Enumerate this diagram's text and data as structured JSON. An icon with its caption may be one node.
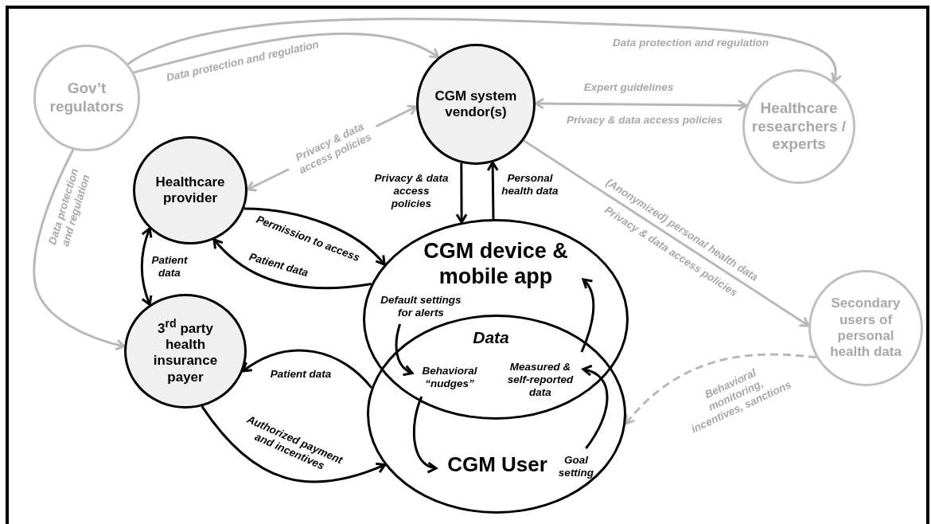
{
  "diagram": {
    "nodes": [
      {
        "text": [
          "Gov’t regulators"
        ]
      },
      {
        "text": [
          "CGM system vendor(s)"
        ]
      },
      {
        "text": [
          "Healthcare researchers / experts"
        ]
      },
      {
        "text": [
          "Healthcare provider"
        ]
      },
      {
        "text": [
          "CGM device & mobile app"
        ]
      },
      {
        "text": [
          "Default settings for alerts"
        ],
        "in": 4
      },
      {
        "text": [
          "Secondary users of personal health data"
        ]
      },
      {
        "text": [
          "3$^{rd}$ party health insurance payer"
        ]
      },
      {
        "text": [
          "Behavioral “nudges”"
        ]
      },
      {
        "text": [
          "Measured & self-reported data"
        ]
      },
      {
        "text": [
          "CGM User"
        ]
      },
      {
        "text": [
          "Goal setting"
        ],
        "in": 10
      }
    ],
    "edges": [
      {
        "from": 0,
        "to": 1,
        "arrow": "to",
        "label": "Data protection and regulation",
        "color": "#b8b8b8"
      },
      {
        "from": 0,
        "to": 2,
        "arrow": "to",
        "label": "Data protection and regulation",
        "color": "#b8b8b8"
      },
      {
        "from": 0,
        "to": 7,
        "arrow": "to",
        "label": "Data protection and regulation",
        "color": "#b8b8b8"
      },
      {
        "from": 1,
        "to": 3,
        "arrow": "both",
        "label": "Privacy & data access policies",
        "color": "#b8b8b8"
      },
      {
        "from": 1,
        "to": 2,
        "arrow": "both",
        "label": "Expert guidelines",
        "color": "#b8b8b8"
      },
      {
        "from": 1,
        "to": 6,
        "arrow": "to",
        "label": "(Anonymized) personal health data",
        "color": "#b8b8b8"
      },
      {
        "from": 1,
        "to": 4,
        "arrow": "to",
        "label": "Privacy & data access policies"
      },
      {
        "from": 4,
        "to": 1,
        "arrow": "to",
        "label": "Personal health data"
      },
      {
        "from": 3,
        "to": 4,
        "arrow": "to",
        "label": "Permission to access"
      },
      {
        "from": 4,
        "to": 3,
        "arrow": "to",
        "label": "Patient data"
      },
      {
        "from": 3,
        "to": 7,
        "arrow": "both",
        "label": "Patient data"
      },
      {
        "from": 10,
        "to": 7,
        "arrow": "to",
        "label": "Patient data"
      },
      {
        "from": 7,
        "to": 10,
        "arrow": "to",
        "label": "Authorized payment and incentives"
      },
      {
        "from": 6,
        "to": 10,
        "arrow": "to",
        "label": "Behavioral monitoring, incentives, sanctions",
        "style": "dashed",
        "color": "#b8b8b8"
      },
      {
        "from": 5,
        "to": 8,
        "arrow": "to"
      },
      {
        "from": 8,
        "to": 10,
        "arrow": "to"
      },
      {
        "from": 11,
        "to": 9,
        "arrow": "to"
      },
      {
        "from": 9,
        "to": 4,
        "arrow": "to"
      }
    ],
    "labels": [
      "Data",
      "Privacy & data access policies",
      "Privacy & data access policies"
    ]
  }
}
